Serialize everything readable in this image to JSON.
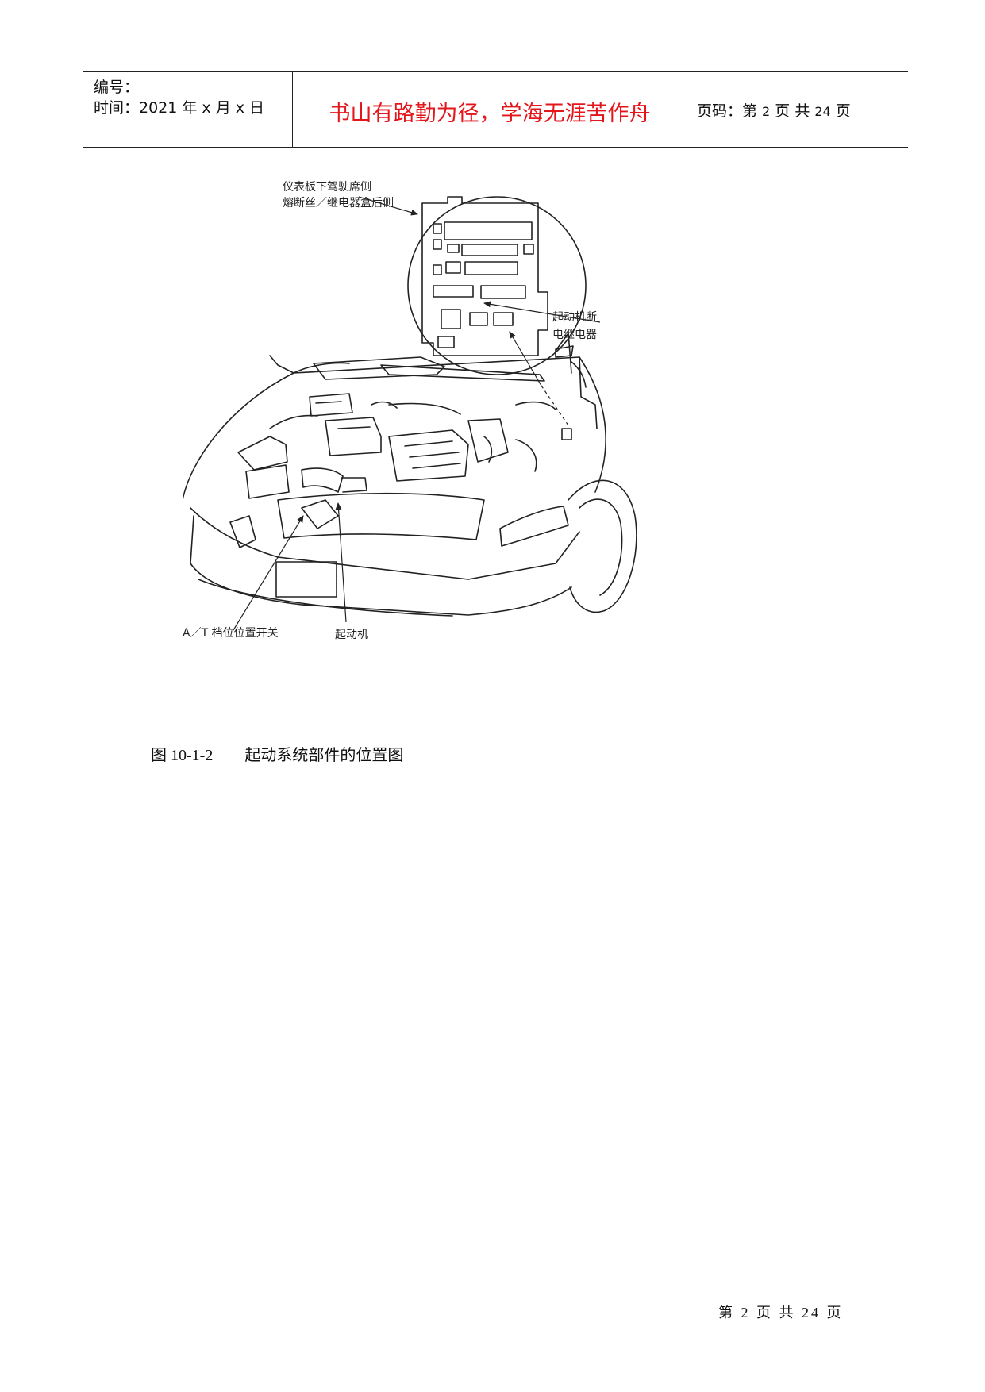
{
  "header": {
    "serial_label": "编号：",
    "time_label": "时间：2021 年 x 月 x 日",
    "motto": "书山有路勤为径，学海无涯苦作舟",
    "page_prefix": "页码：第 ",
    "page_current": "2",
    "page_mid": " 页  共 ",
    "page_total": "24",
    "page_suffix": " 页"
  },
  "figure": {
    "label_fuse_box_1": "仪表板下驾驶席侧",
    "label_fuse_box_2": "熔断丝／继电器盒后侧",
    "label_relay_1": "起动机断",
    "label_relay_2": "电继电器",
    "label_at_switch": "A／T 档位位置开关",
    "label_starter": "起动机"
  },
  "caption": {
    "number": "图 10-1-2",
    "title": "起动系统部件的位置图"
  },
  "footer": {
    "text": "第 2 页 共 24 页"
  }
}
